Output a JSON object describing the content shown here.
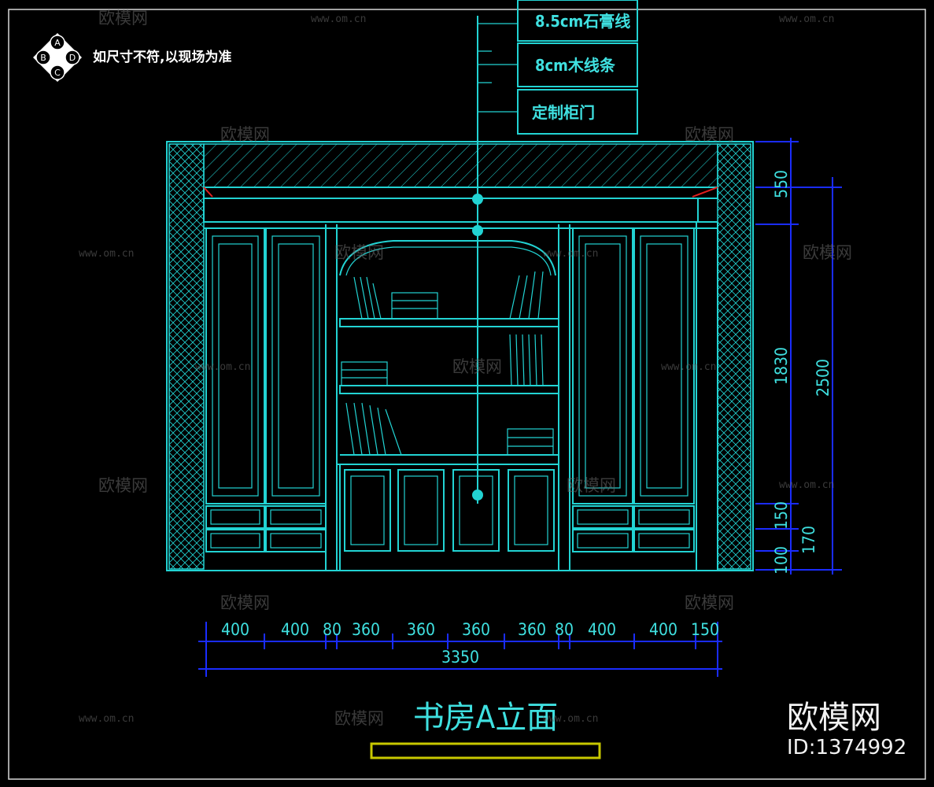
{
  "note": "如尺寸不符,以现场为准",
  "compass": {
    "top": "A",
    "left": "B",
    "right": "D",
    "bottom": "C"
  },
  "callouts": [
    "8.5cm石膏线",
    "8cm木线条",
    "定制柜门"
  ],
  "title": "书房A立面",
  "dims_horizontal": [
    "400",
    "400",
    "80",
    "360",
    "360",
    "360",
    "360",
    "80",
    "400",
    "400",
    "150"
  ],
  "dim_total_width": "3350",
  "dims_vertical": [
    "550",
    "1830",
    "150",
    "170",
    "100"
  ],
  "dim_total_height": "2500",
  "watermark": {
    "brand": "欧模网",
    "url": "www.om.cn",
    "id": "ID:1374992"
  },
  "colors": {
    "background": "#000000",
    "linework": "#22d3d3",
    "dimension": "#1a2cff",
    "title_bar": "#c8c800"
  }
}
